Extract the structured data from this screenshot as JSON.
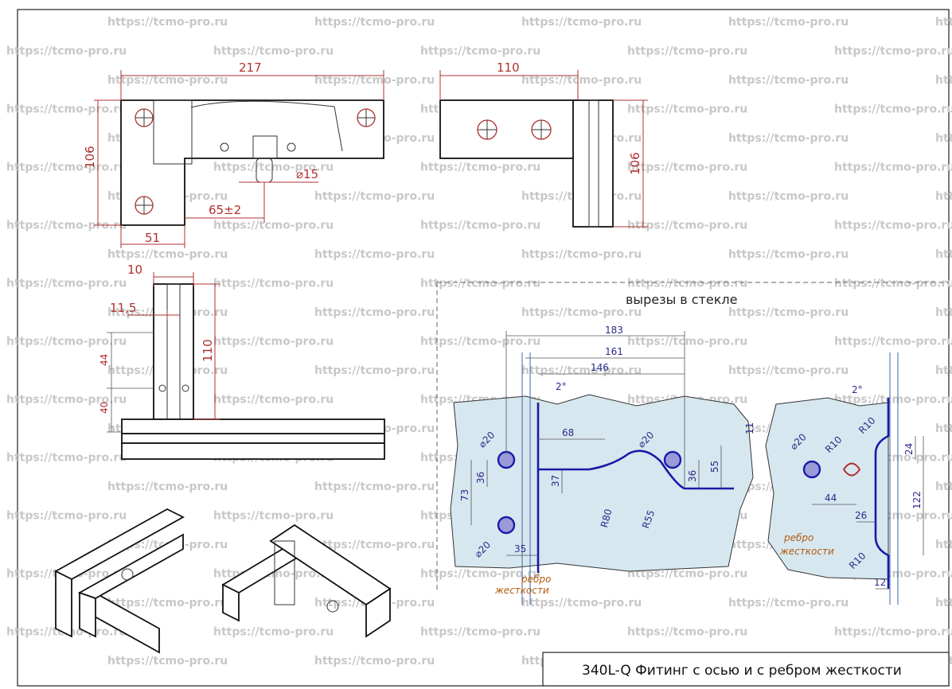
{
  "watermark": {
    "text": "https://tcmo-pro.ru"
  },
  "top_view": {
    "dim_width": "217",
    "dim_height": "106",
    "dim_arm": "51",
    "dim_axis": "65±2",
    "dim_pin": "⌀15"
  },
  "side_view": {
    "dim_width": "110",
    "dim_height": "106"
  },
  "front_view": {
    "dim_gap": "10",
    "dim_glass": "11,5",
    "dim_height": "110",
    "dim_44": "44",
    "dim_40": "40"
  },
  "cutouts": {
    "heading": "вырезы в стекле",
    "left": {
      "d183": "183",
      "d161": "161",
      "d146": "146",
      "angle": "2°",
      "d68": "68",
      "hole1": "⌀20",
      "hole2": "⌀20",
      "hole3": "⌀20",
      "d73": "73",
      "d36a": "36",
      "d37": "37",
      "d35": "35",
      "r80": "R80",
      "r55": "R55",
      "d36b": "36",
      "d55": "55",
      "d11": "11",
      "rib_label_1": "ребро",
      "rib_label_2": "жесткости"
    },
    "right": {
      "angle": "2°",
      "hole": "⌀20",
      "r10a": "R10",
      "r10b": "R10",
      "r10c": "R10",
      "d24": "24",
      "d44": "44",
      "d26": "26",
      "d122": "122",
      "d12": "12",
      "rib_label_1": "ребро",
      "rib_label_2": "жесткости"
    }
  },
  "title_block": {
    "text": "340L-Q  Фитинг с осью и с ребром жесткости"
  }
}
